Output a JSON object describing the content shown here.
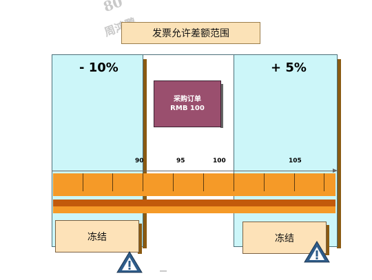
{
  "watermark": {
    "number": "80",
    "name": "周鸿鹏"
  },
  "title": "发票允许差额范围",
  "lower_tolerance": "- 10%",
  "upper_tolerance": "+ 5%",
  "purchase_order": {
    "line1": "采购订单",
    "line2": "RMB 100"
  },
  "axis_ticks": [
    "90",
    "95",
    "100",
    "105"
  ],
  "freeze_label_left": "冻结",
  "freeze_label_right": "冻结",
  "colors": {
    "tolerance_zone": "#ccf6f9",
    "band": "#f59a28",
    "band_stripe": "#c25a0b",
    "po_box": "#9a4f6e",
    "label_fill": "#fde2b8",
    "warning_fill": "#2e5c8a"
  },
  "icons": [
    "warning-triangle-icon",
    "warning-triangle-icon"
  ]
}
